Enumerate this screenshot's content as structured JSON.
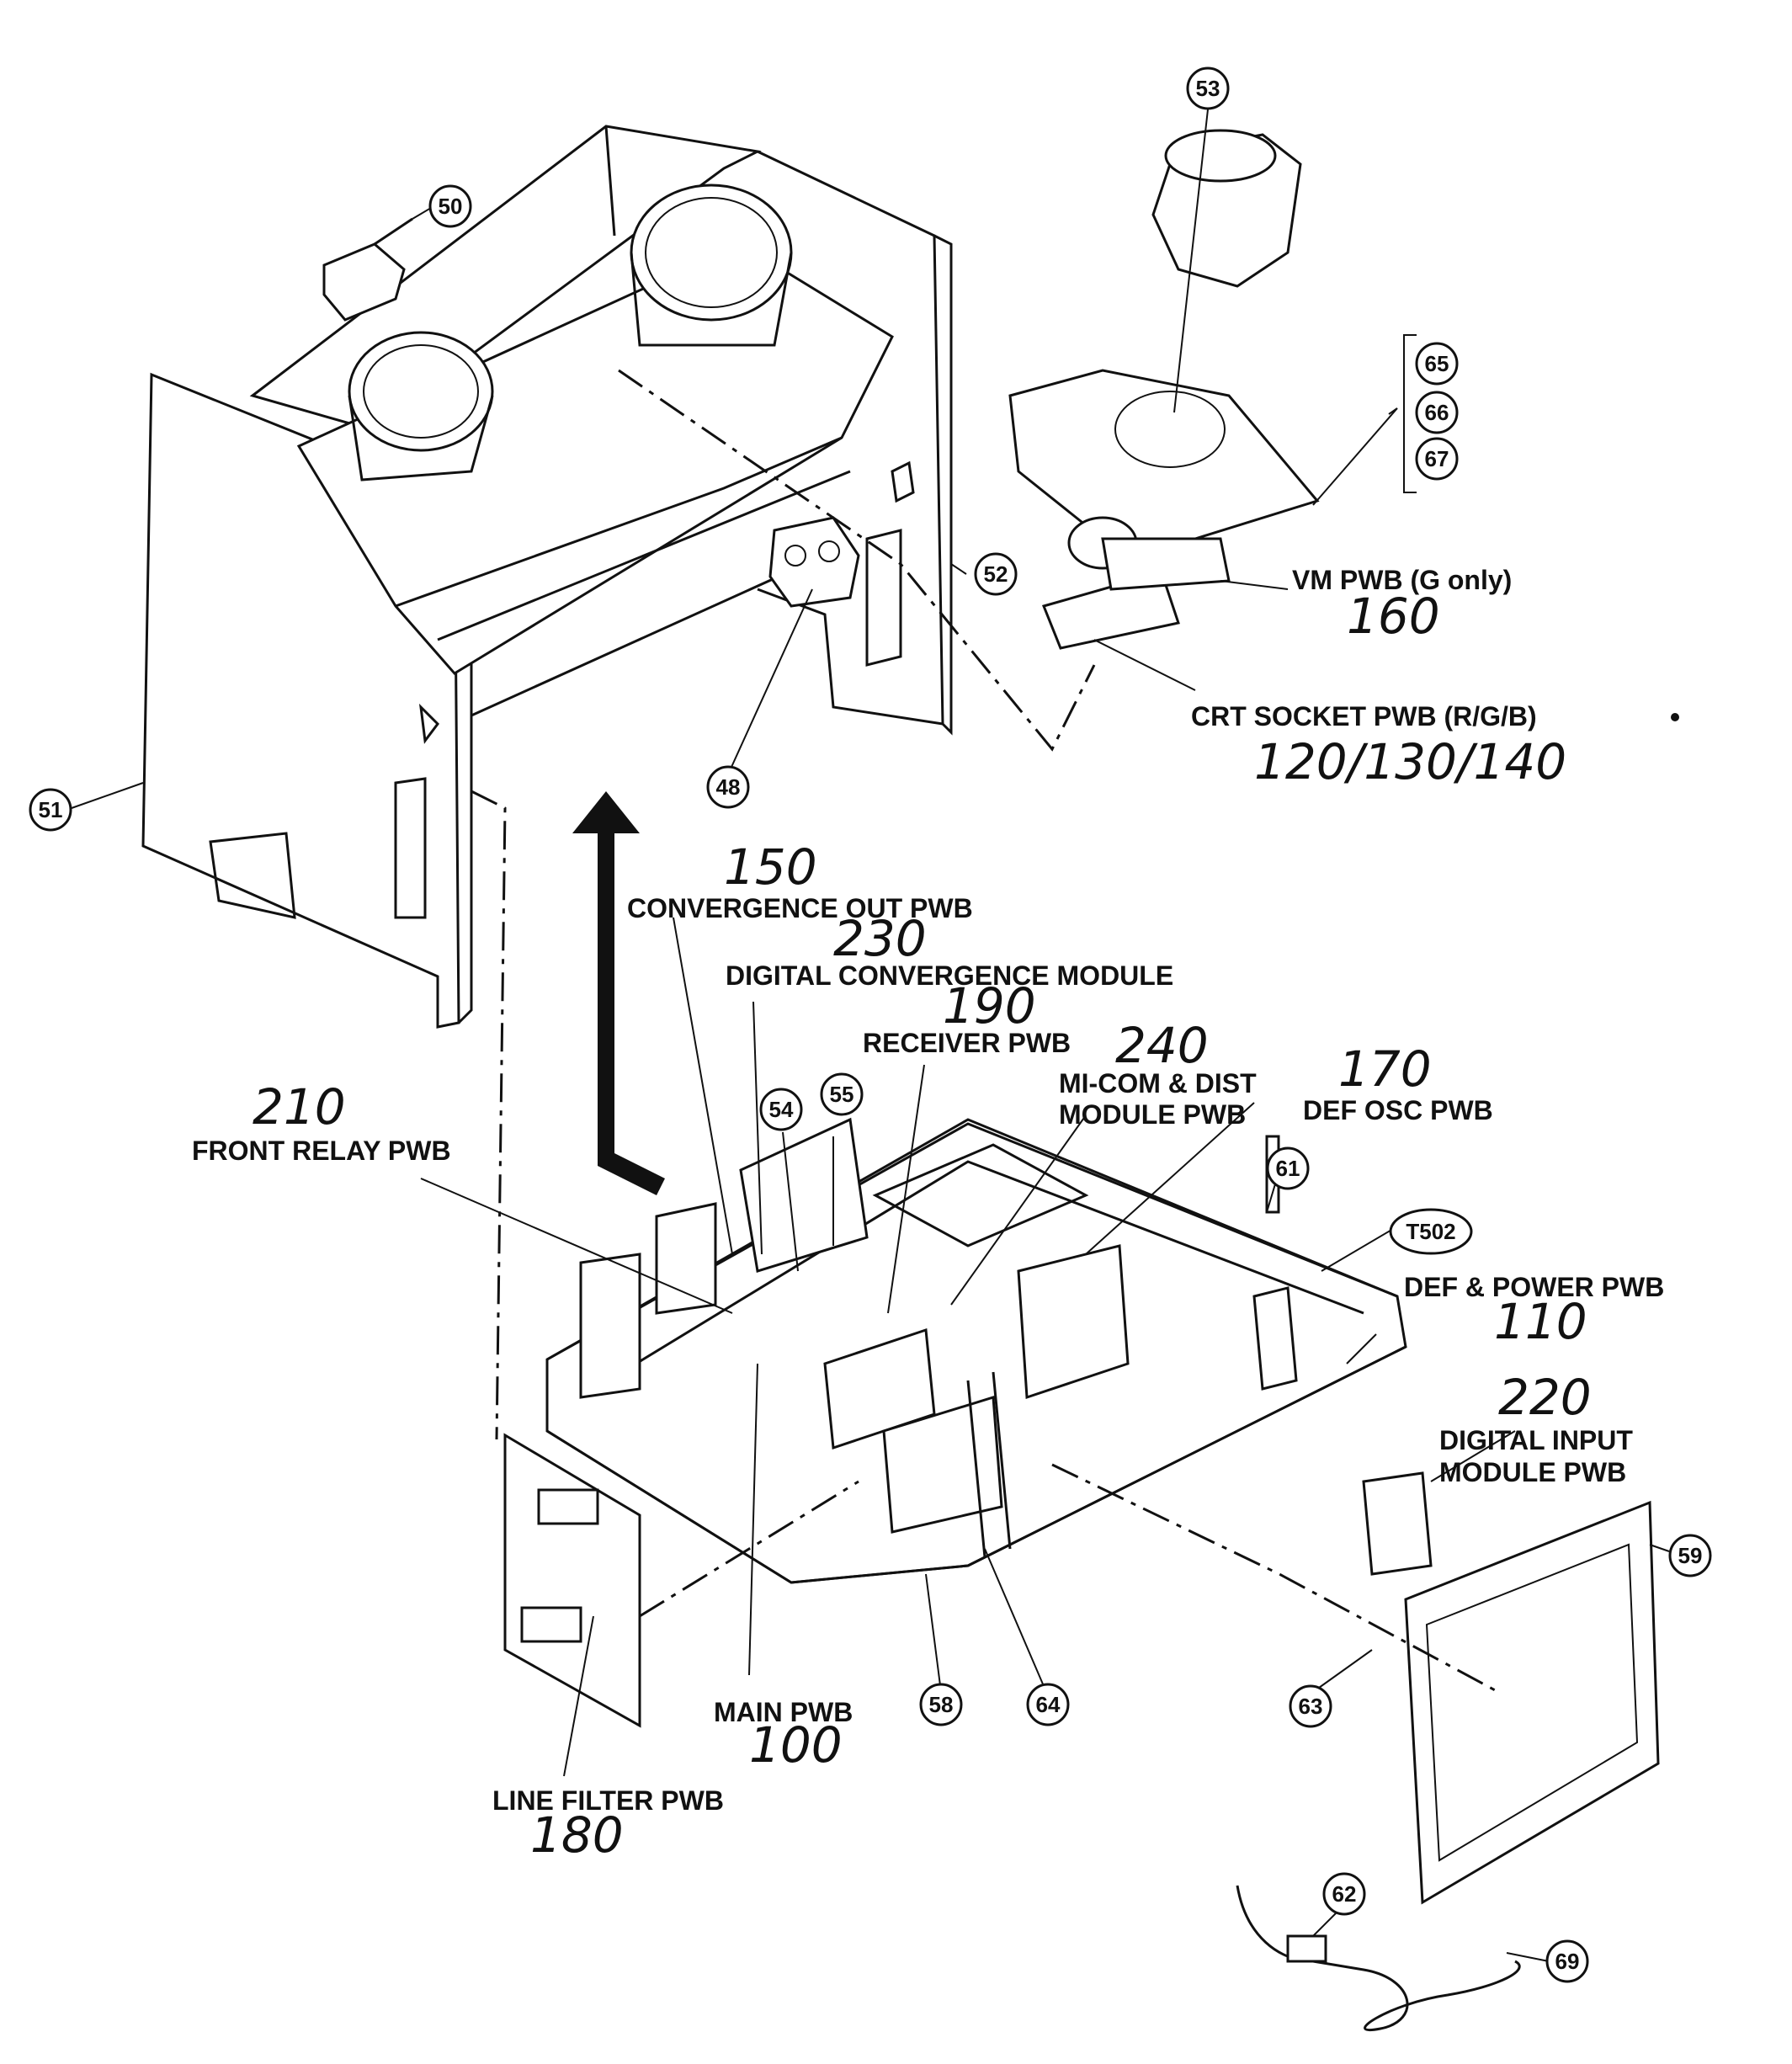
{
  "callouts": [
    "53",
    "50",
    "65",
    "66",
    "67",
    "52",
    "51",
    "48",
    "54",
    "55",
    "61",
    "T502",
    "59",
    "58",
    "64",
    "63",
    "62",
    "69"
  ],
  "labels": {
    "vm_pwb": "VM PWB (G only)",
    "crt_socket_pwb": "CRT SOCKET PWB (R/G/B)",
    "convergence_out_pwb": "CONVERGENCE OUT PWB",
    "digital_convergence_module": "DIGITAL CONVERGENCE MODULE",
    "receiver_pwb": "RECEIVER PWB",
    "micom_dist_line1": "MI-COM & DIST",
    "micom_dist_line2": "MODULE PWB",
    "def_osc_pwb": "DEF OSC PWB",
    "front_relay_pwb": "FRONT RELAY PWB",
    "def_power_pwb": "DEF & POWER PWB",
    "digital_input_line1": "DIGITAL INPUT",
    "digital_input_line2": "MODULE PWB",
    "main_pwb": "MAIN PWB",
    "line_filter_pwb": "LINE FILTER PWB"
  },
  "handwritten": {
    "vm_pwb": "160",
    "crt_socket_pwb": "120/130/140",
    "convergence_out_pwb": "150",
    "digital_convergence_module": "230",
    "receiver_pwb": "190",
    "micom_dist": "240",
    "def_osc_pwb": "170",
    "front_relay_pwb": "210",
    "def_power_pwb": "110",
    "digital_input": "220",
    "main_pwb": "100",
    "line_filter_pwb": "180"
  }
}
